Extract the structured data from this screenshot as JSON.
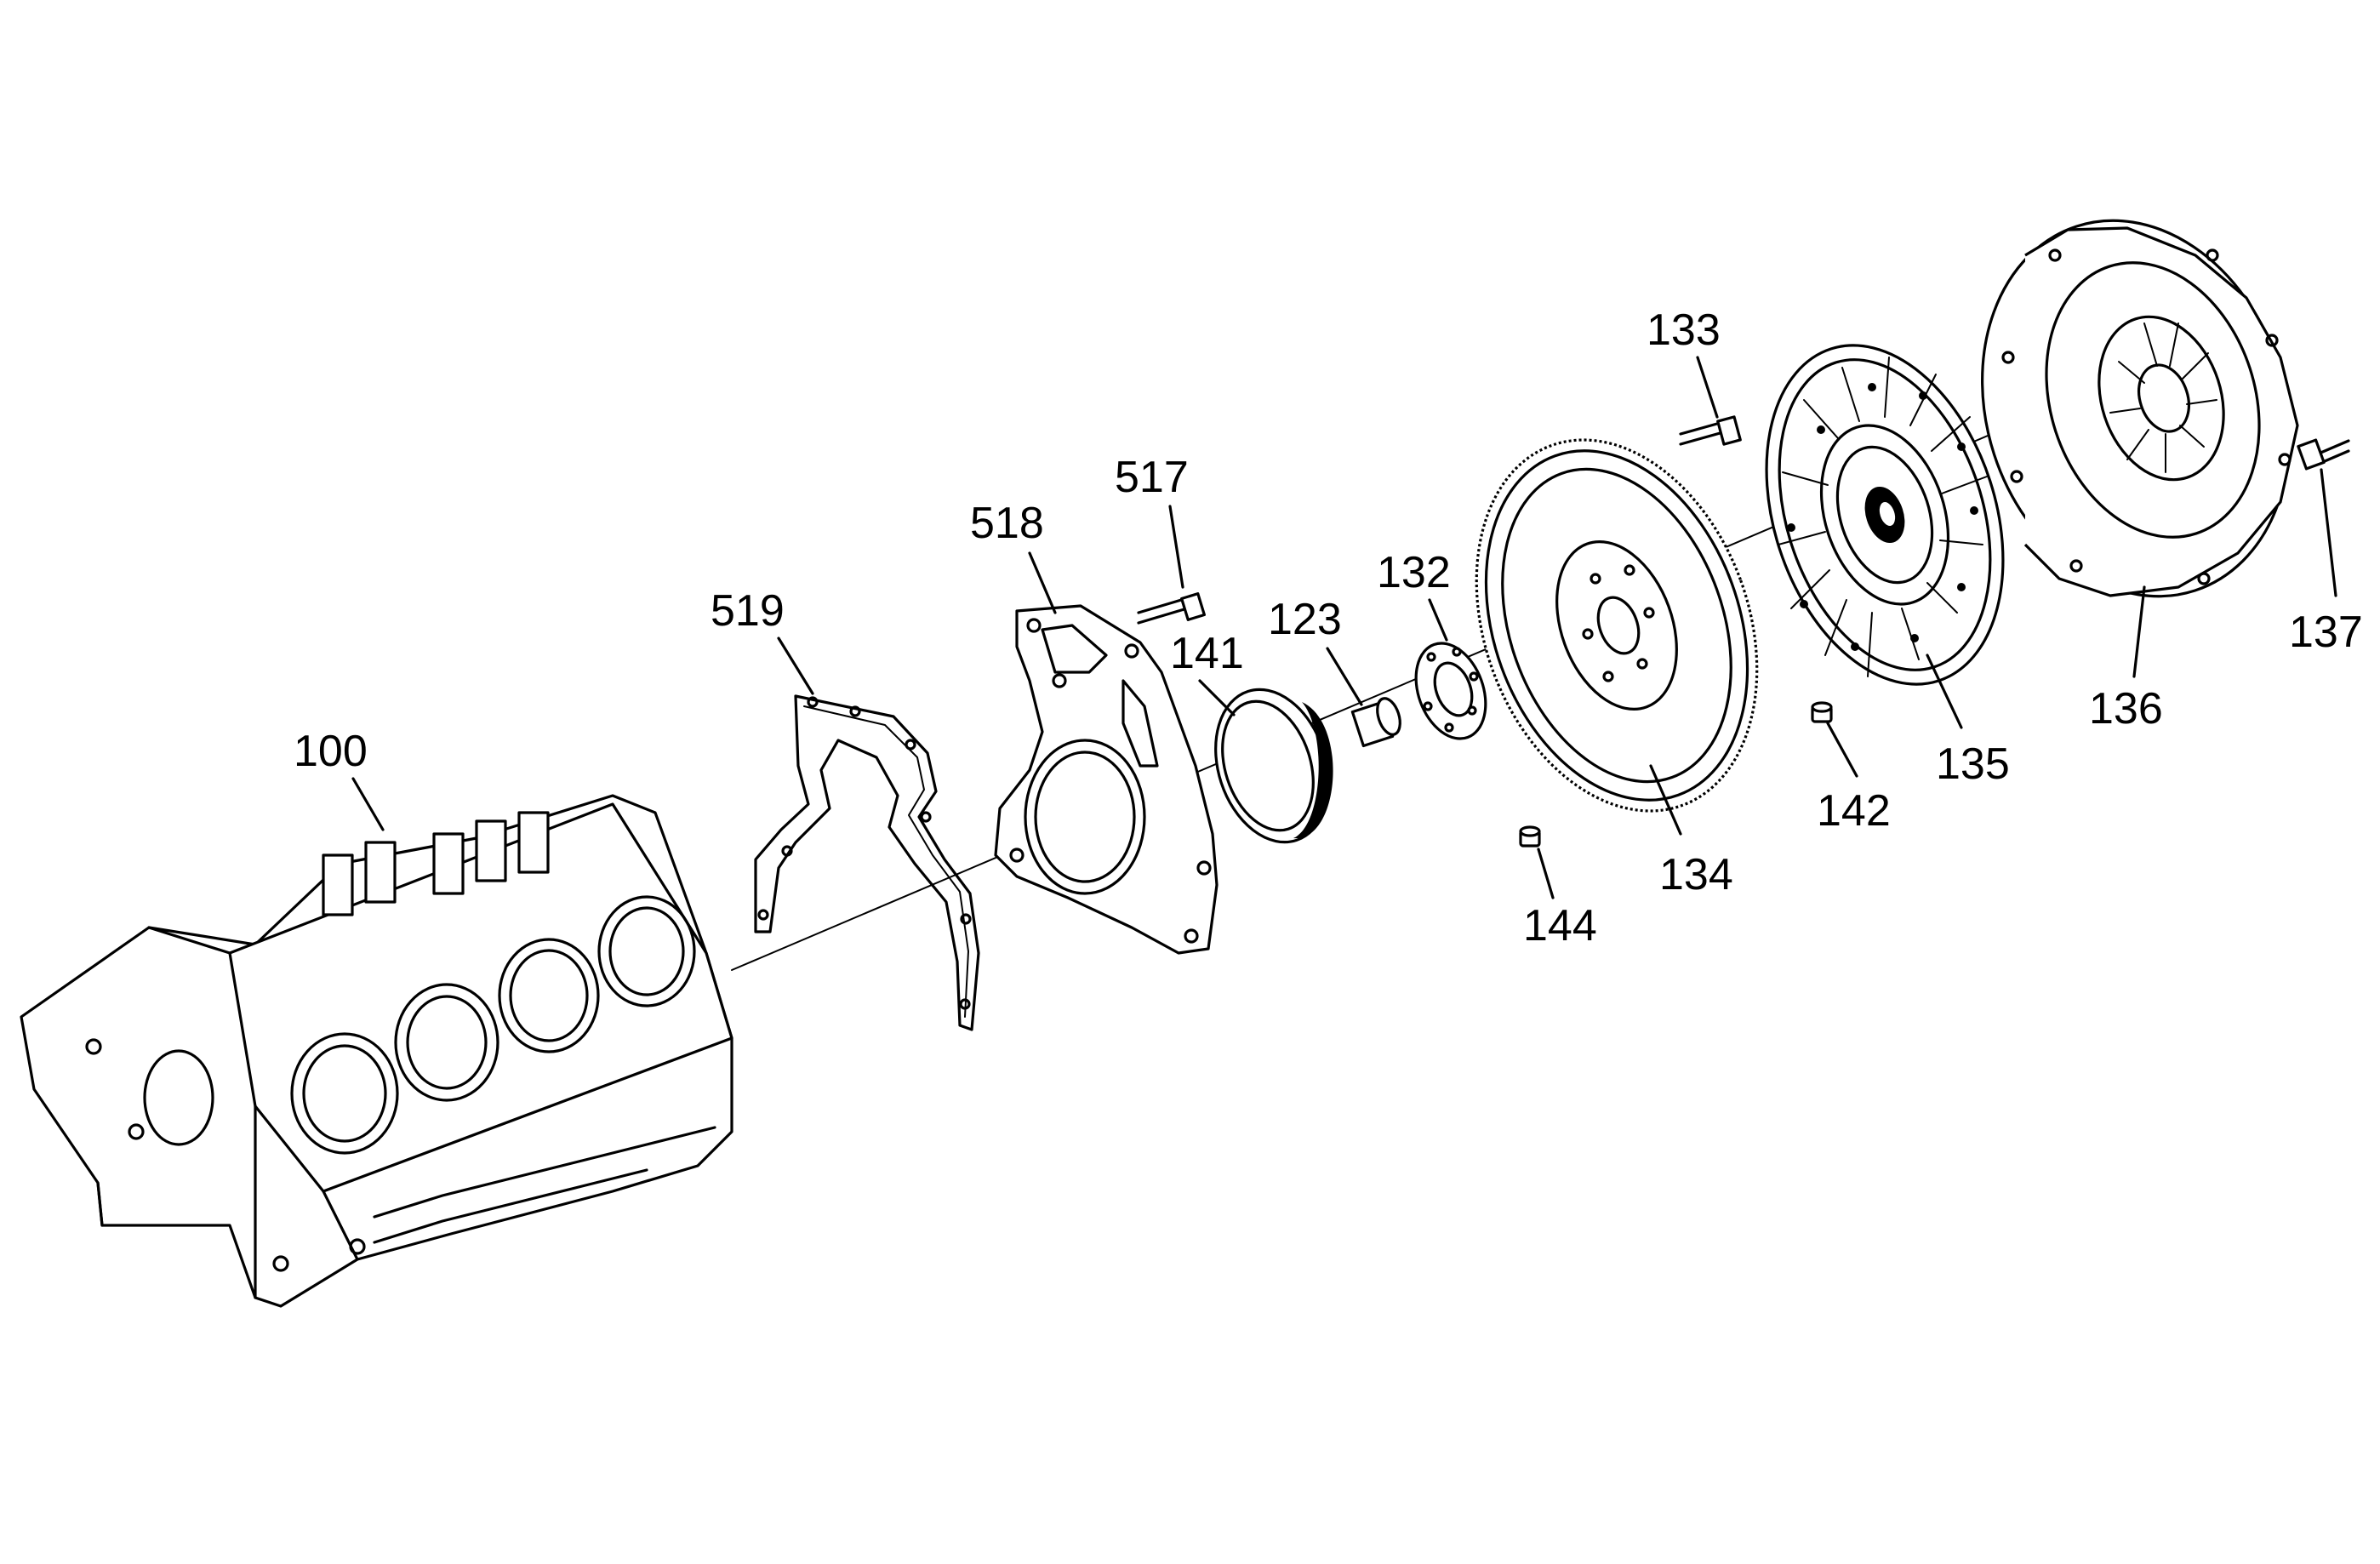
{
  "diagram": {
    "colors": {
      "line": "#000000",
      "background": "#ffffff"
    },
    "parts": [
      {
        "id": "p100",
        "label": "100"
      },
      {
        "id": "p519",
        "label": "519"
      },
      {
        "id": "p518",
        "label": "518"
      },
      {
        "id": "p517",
        "label": "517"
      },
      {
        "id": "p141",
        "label": "141"
      },
      {
        "id": "p123",
        "label": "123"
      },
      {
        "id": "p132",
        "label": "132"
      },
      {
        "id": "p133",
        "label": "133"
      },
      {
        "id": "p134",
        "label": "134"
      },
      {
        "id": "p144",
        "label": "144"
      },
      {
        "id": "p135",
        "label": "135"
      },
      {
        "id": "p142",
        "label": "142"
      },
      {
        "id": "p136",
        "label": "136"
      },
      {
        "id": "p137",
        "label": "137"
      }
    ]
  }
}
